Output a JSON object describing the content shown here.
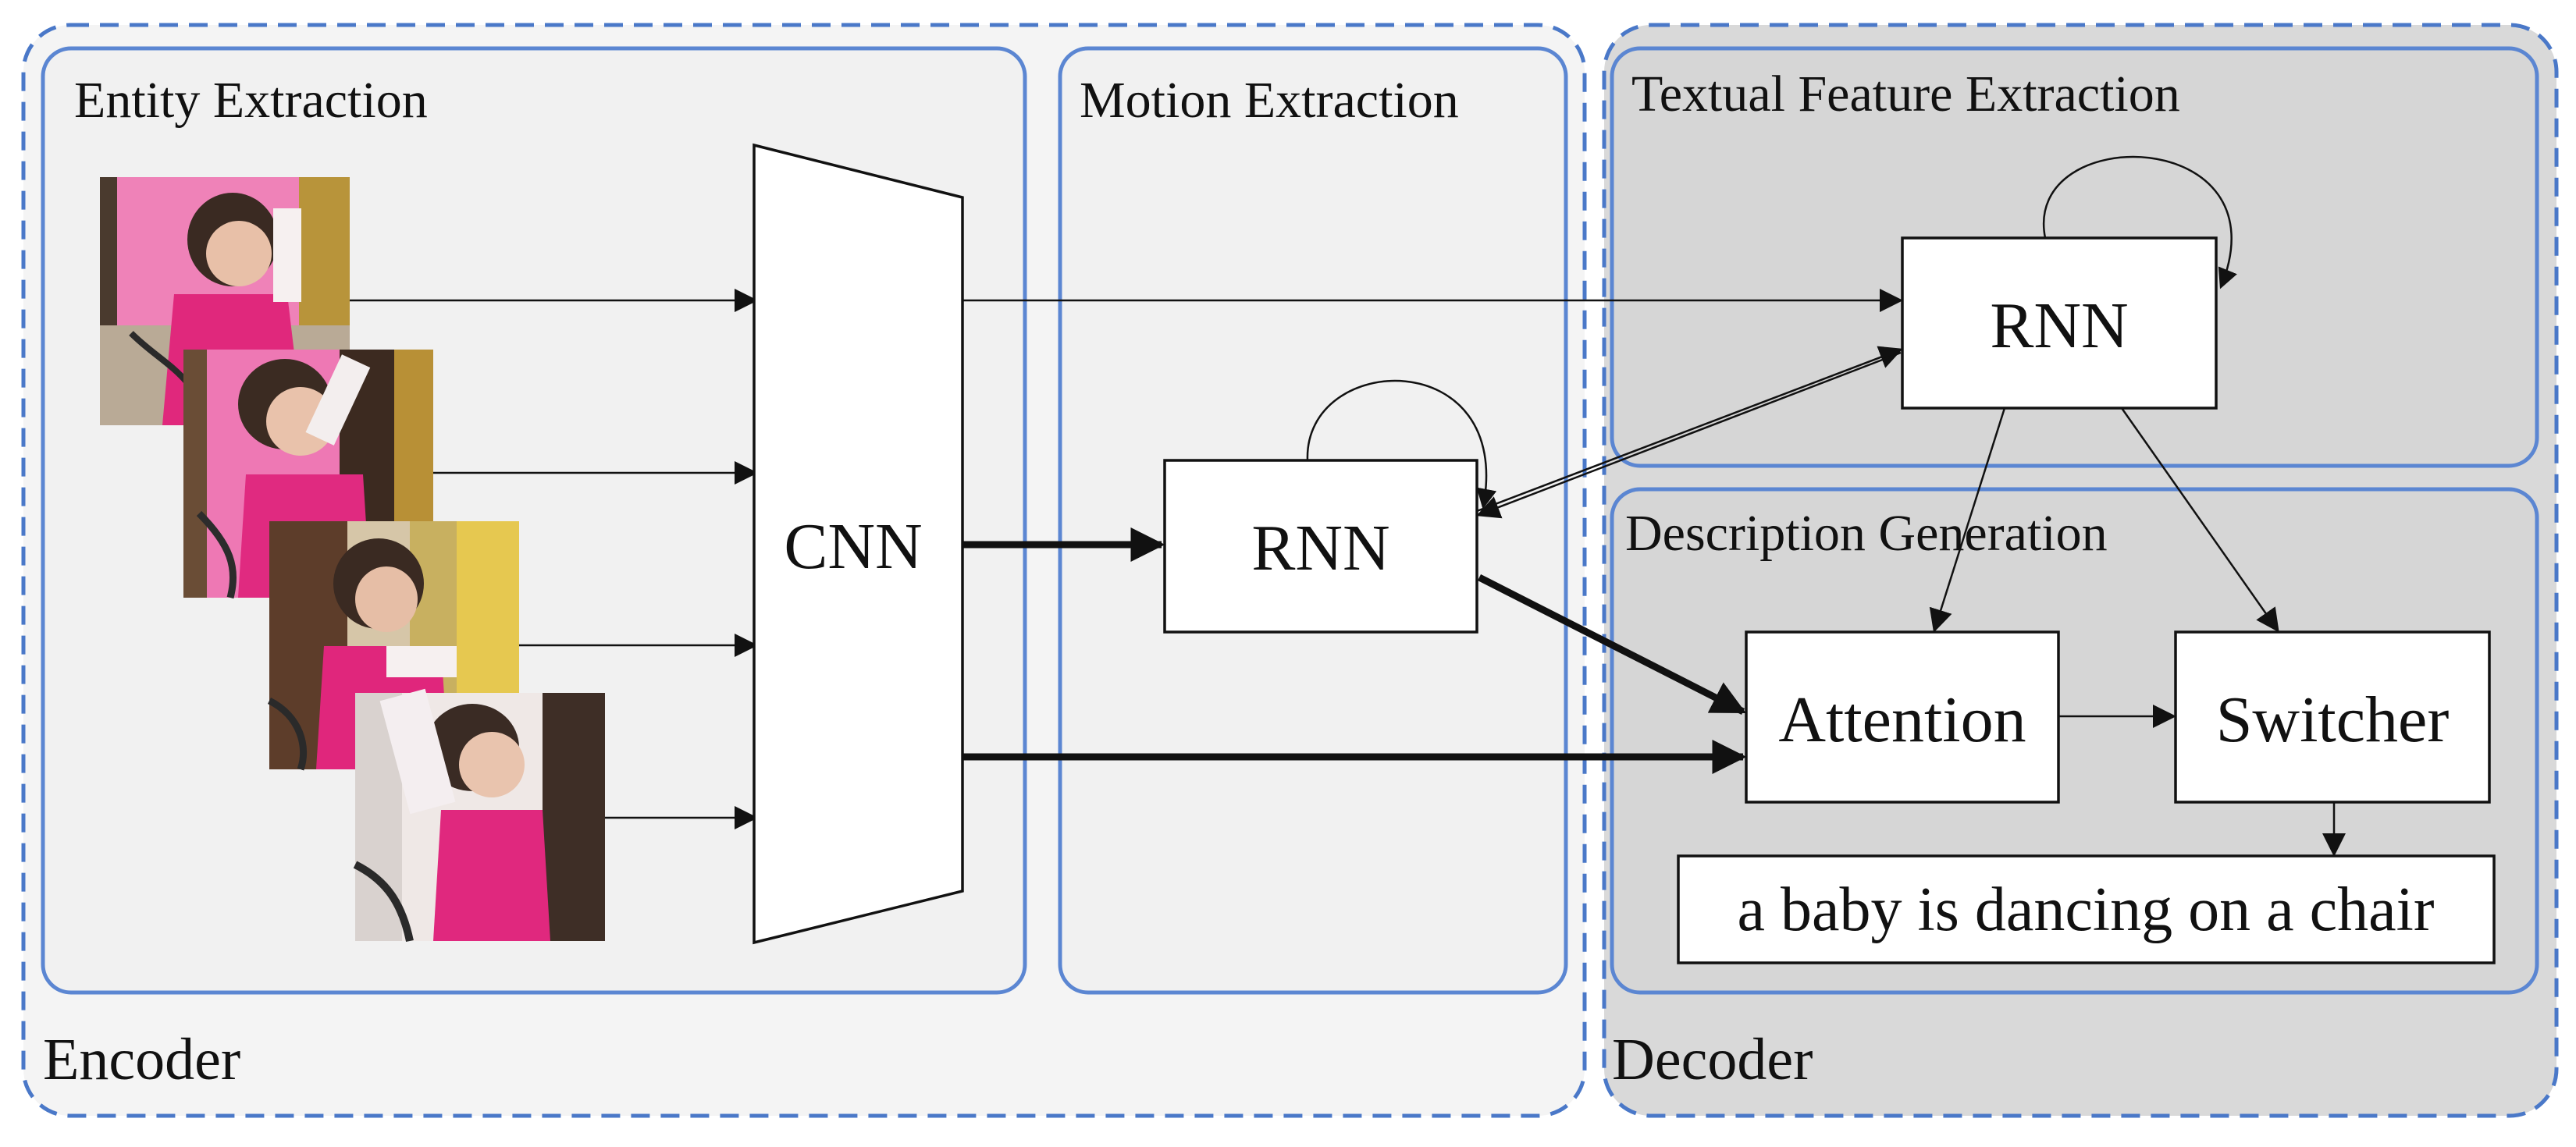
{
  "regions": {
    "encoder": {
      "label": "Encoder"
    },
    "decoder": {
      "label": "Decoder"
    }
  },
  "sections": {
    "entity_extraction": {
      "title": "Entity Extraction"
    },
    "motion_extraction": {
      "title": "Motion Extraction"
    },
    "textual_feature_extraction": {
      "title": "Textual Feature Extraction"
    },
    "description_generation": {
      "title": "Description Generation"
    }
  },
  "nodes": {
    "cnn": "CNN",
    "motion_rnn": "RNN",
    "text_rnn": "RNN",
    "attention": "Attention",
    "switcher": "Switcher",
    "output": "a baby is dancing on a chair"
  },
  "input_frames": {
    "count": 4,
    "depicts": "video frames of a baby in a pink shirt dancing on a chair"
  },
  "colors": {
    "dashed_border": "#4a78c8",
    "section_border": "#5b86d2",
    "encoder_fill": "#f4f4f4",
    "section_fill": "#f1f1f1",
    "decoder_fill": "#d9d9d9",
    "decoder_section_fill": "#d6d6d6",
    "box_fill": "#ffffff",
    "stroke": "#111111"
  }
}
